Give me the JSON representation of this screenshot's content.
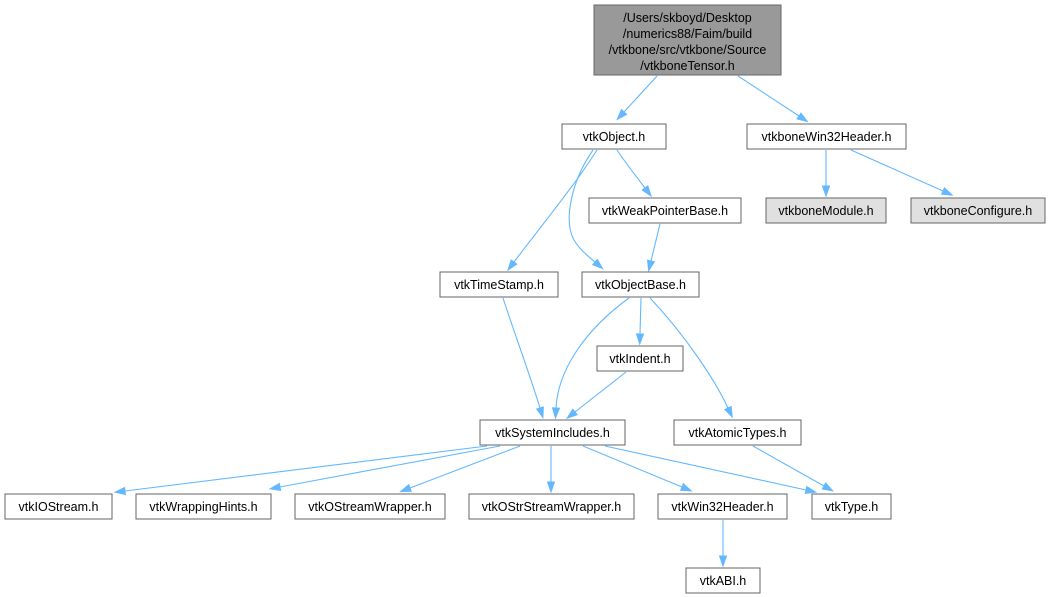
{
  "colors": {
    "root_fill": "#999999",
    "node_fill": "#ffffff",
    "missing_fill": "#e0e0e0",
    "border": "#666666",
    "edge": "#63b8ff"
  },
  "nodes": {
    "root": {
      "lines": [
        "/Users/skboyd/Desktop",
        "/numerics88/Faim/build",
        "/vtkbone/src/vtkbone/Source",
        "/vtkboneTensor.h"
      ]
    },
    "vtkObject": {
      "label": "vtkObject.h"
    },
    "vtkboneWin32Header": {
      "label": "vtkboneWin32Header.h"
    },
    "vtkWeakPointerBase": {
      "label": "vtkWeakPointerBase.h"
    },
    "vtkboneModule": {
      "label": "vtkboneModule.h"
    },
    "vtkboneConfigure": {
      "label": "vtkboneConfigure.h"
    },
    "vtkTimeStamp": {
      "label": "vtkTimeStamp.h"
    },
    "vtkObjectBase": {
      "label": "vtkObjectBase.h"
    },
    "vtkIndent": {
      "label": "vtkIndent.h"
    },
    "vtkSystemIncludes": {
      "label": "vtkSystemIncludes.h"
    },
    "vtkAtomicTypes": {
      "label": "vtkAtomicTypes.h"
    },
    "vtkIOStream": {
      "label": "vtkIOStream.h"
    },
    "vtkWrappingHints": {
      "label": "vtkWrappingHints.h"
    },
    "vtkOStreamWrapper": {
      "label": "vtkOStreamWrapper.h"
    },
    "vtkOStrStreamWrapper": {
      "label": "vtkOStrStreamWrapper.h"
    },
    "vtkWin32Header": {
      "label": "vtkWin32Header.h"
    },
    "vtkType": {
      "label": "vtkType.h"
    },
    "vtkABI": {
      "label": "vtkABI.h"
    }
  },
  "edges": [
    [
      "root",
      "vtkObject"
    ],
    [
      "root",
      "vtkboneWin32Header"
    ],
    [
      "vtkObject",
      "vtkWeakPointerBase"
    ],
    [
      "vtkObject",
      "vtkTimeStamp"
    ],
    [
      "vtkObject",
      "vtkObjectBase"
    ],
    [
      "vtkboneWin32Header",
      "vtkboneModule"
    ],
    [
      "vtkboneWin32Header",
      "vtkboneConfigure"
    ],
    [
      "vtkWeakPointerBase",
      "vtkObjectBase"
    ],
    [
      "vtkTimeStamp",
      "vtkSystemIncludes"
    ],
    [
      "vtkObjectBase",
      "vtkIndent"
    ],
    [
      "vtkObjectBase",
      "vtkSystemIncludes"
    ],
    [
      "vtkObjectBase",
      "vtkAtomicTypes"
    ],
    [
      "vtkIndent",
      "vtkSystemIncludes"
    ],
    [
      "vtkSystemIncludes",
      "vtkIOStream"
    ],
    [
      "vtkSystemIncludes",
      "vtkWrappingHints"
    ],
    [
      "vtkSystemIncludes",
      "vtkOStreamWrapper"
    ],
    [
      "vtkSystemIncludes",
      "vtkOStrStreamWrapper"
    ],
    [
      "vtkSystemIncludes",
      "vtkWin32Header"
    ],
    [
      "vtkSystemIncludes",
      "vtkType"
    ],
    [
      "vtkAtomicTypes",
      "vtkType"
    ],
    [
      "vtkWin32Header",
      "vtkABI"
    ]
  ]
}
